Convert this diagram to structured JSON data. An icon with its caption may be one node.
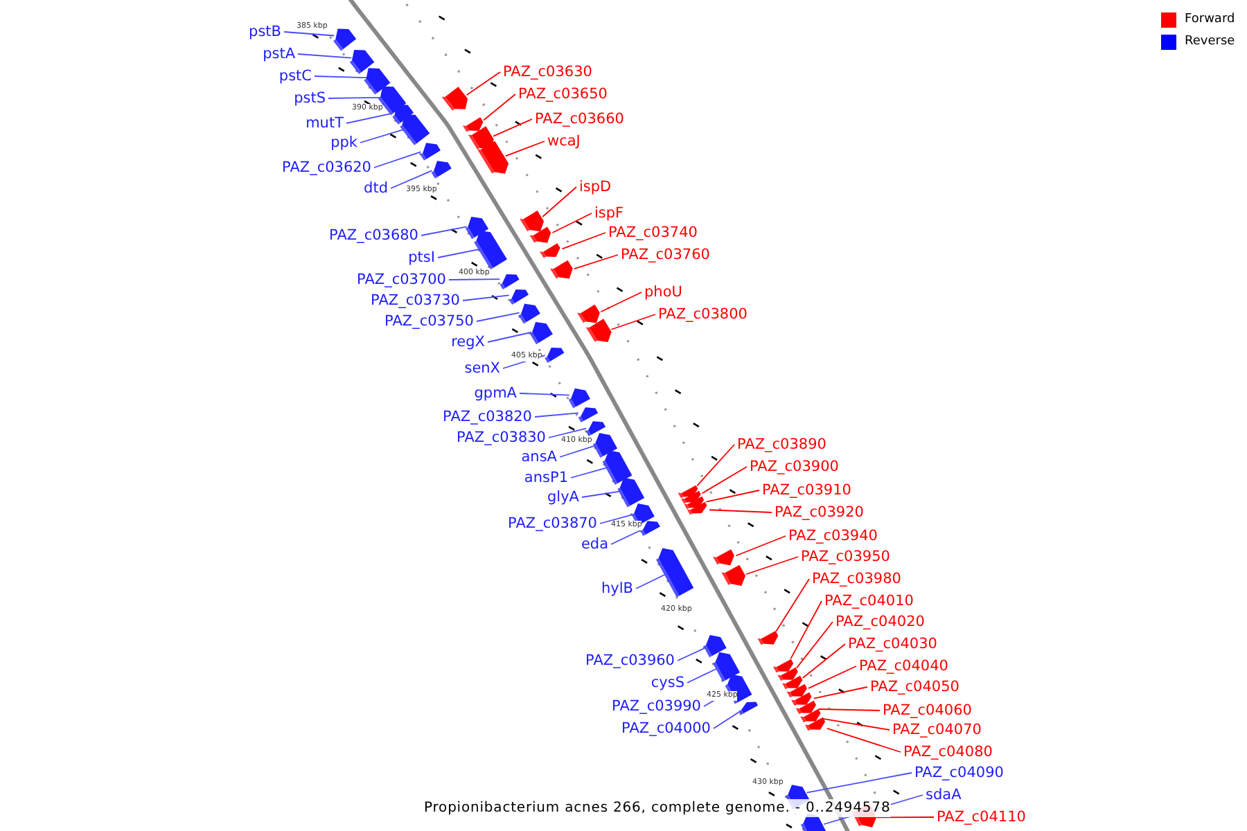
{
  "diagram": {
    "caption": "Propionibacterium acnes 266, complete genome. - 0..2494578",
    "nodes": [
      {
        "text": [
          "pstB"
        ]
      },
      {
        "text": [],
        "shape": "bar"
      },
      {
        "text": [
          "pstA"
        ]
      },
      {
        "text": [],
        "shape": "bar"
      },
      {
        "text": [
          "PAZ_c03630"
        ]
      },
      {
        "text": [],
        "shape": "bar"
      },
      {
        "text": [
          "pstC"
        ]
      },
      {
        "text": [],
        "shape": "bar"
      },
      {
        "text": [
          "PAZ_c03650"
        ]
      },
      {
        "text": [],
        "shape": "bar"
      },
      {
        "text": [
          "pstS"
        ]
      },
      {
        "text": [],
        "shape": "bar"
      },
      {
        "text": [
          "PAZ_c03660"
        ]
      },
      {
        "text": [],
        "shape": "bar"
      },
      {
        "text": [
          "mutT"
        ]
      },
      {
        "text": [],
        "shape": "bar"
      },
      {
        "text": [
          "wcaJ"
        ]
      },
      {
        "text": [],
        "shape": "bar"
      },
      {
        "text": [
          "ppk"
        ]
      },
      {
        "text": [],
        "shape": "bar"
      },
      {
        "text": [
          "PAZ_c03620"
        ]
      },
      {
        "text": [],
        "shape": "bar"
      },
      {
        "text": [
          "ispD"
        ]
      },
      {
        "text": [],
        "shape": "bar"
      },
      {
        "text": [
          "dtd"
        ]
      },
      {
        "text": [],
        "shape": "bar"
      },
      {
        "text": [
          "ispF"
        ]
      },
      {
        "text": [],
        "shape": "bar"
      },
      {
        "text": [
          "PAZ_c03740"
        ]
      },
      {
        "text": [],
        "shape": "bar"
      },
      {
        "text": [
          "PAZ_c03680"
        ]
      },
      {
        "text": [],
        "shape": "bar"
      },
      {
        "text": [
          "PAZ_c03760"
        ]
      },
      {
        "text": [],
        "shape": "bar"
      },
      {
        "text": [
          "ptsI"
        ]
      },
      {
        "text": [],
        "shape": "bar"
      },
      {
        "text": [
          "PAZ_c03700"
        ]
      },
      {
        "text": [],
        "shape": "bar"
      },
      {
        "text": [
          "phoU"
        ]
      },
      {
        "text": [],
        "shape": "bar"
      },
      {
        "text": [
          "PAZ_c03730"
        ]
      },
      {
        "text": [],
        "shape": "bar"
      },
      {
        "text": [
          "PAZ_c03800"
        ]
      },
      {
        "text": [],
        "shape": "bar"
      },
      {
        "text": [
          "PAZ_c03750"
        ]
      },
      {
        "text": [],
        "shape": "bar"
      },
      {
        "text": [
          "regX"
        ]
      },
      {
        "text": [],
        "shape": "bar"
      },
      {
        "text": [
          "senX"
        ]
      },
      {
        "text": [],
        "shape": "bar"
      },
      {
        "text": [
          "gpmA"
        ]
      },
      {
        "text": [],
        "shape": "bar"
      },
      {
        "text": [
          "PAZ_c03820"
        ]
      },
      {
        "text": [],
        "shape": "bar"
      },
      {
        "text": [
          "PAZ_c03830"
        ]
      },
      {
        "text": [],
        "shape": "bar"
      },
      {
        "text": [
          "PAZ_c03890"
        ]
      },
      {
        "text": [],
        "shape": "bar"
      },
      {
        "text": [
          "ansA"
        ]
      },
      {
        "text": [],
        "shape": "bar"
      },
      {
        "text": [
          "PAZ_c03900"
        ]
      },
      {
        "text": [],
        "shape": "bar"
      },
      {
        "text": [
          "ansP1"
        ]
      },
      {
        "text": [],
        "shape": "bar"
      },
      {
        "text": [
          "PAZ_c03910"
        ]
      },
      {
        "text": [],
        "shape": "bar"
      },
      {
        "text": [
          "glyA"
        ]
      },
      {
        "text": [],
        "shape": "bar"
      },
      {
        "text": [
          "PAZ_c03920"
        ]
      },
      {
        "text": [],
        "shape": "bar"
      },
      {
        "text": [
          "PAZ_c03870"
        ]
      },
      {
        "text": [],
        "shape": "bar"
      },
      {
        "text": [
          "PAZ_c03940"
        ]
      },
      {
        "text": [],
        "shape": "bar"
      },
      {
        "text": [
          "eda"
        ]
      },
      {
        "text": [],
        "shape": "bar"
      },
      {
        "text": [
          "PAZ_c03950"
        ]
      },
      {
        "text": [],
        "shape": "bar"
      },
      {
        "text": [
          "PAZ_c03980"
        ]
      },
      {
        "text": [],
        "shape": "bar"
      },
      {
        "text": [
          "hylB"
        ]
      },
      {
        "text": [],
        "shape": "bar"
      },
      {
        "text": [
          "PAZ_c04010"
        ]
      },
      {
        "text": [],
        "shape": "bar"
      },
      {
        "text": [
          "PAZ_c04020"
        ]
      },
      {
        "text": [],
        "shape": "bar"
      },
      {
        "text": [
          "PAZ_c04030"
        ]
      },
      {
        "text": [],
        "shape": "bar"
      },
      {
        "text": [
          "PAZ_c03960"
        ]
      },
      {
        "text": [],
        "shape": "bar"
      },
      {
        "text": [
          "PAZ_c04040"
        ]
      },
      {
        "text": [],
        "shape": "bar"
      },
      {
        "text": [
          "cysS"
        ]
      },
      {
        "text": [],
        "shape": "bar"
      },
      {
        "text": [
          "PAZ_c04050"
        ]
      },
      {
        "text": [],
        "shape": "bar"
      },
      {
        "text": [
          "PAZ_c03990"
        ]
      },
      {
        "text": [],
        "shape": "bar"
      },
      {
        "text": [
          "PAZ_c04060"
        ]
      },
      {
        "text": [],
        "shape": "bar"
      },
      {
        "text": [
          "PAZ_c04000"
        ]
      },
      {
        "text": [],
        "shape": "bar"
      },
      {
        "text": [
          "PAZ_c04070"
        ]
      },
      {
        "text": [],
        "shape": "bar"
      },
      {
        "text": [
          "PAZ_c04080"
        ]
      },
      {
        "text": [],
        "shape": "bar"
      },
      {
        "text": [
          "PAZ_c04090"
        ]
      },
      {
        "text": [],
        "shape": "bar"
      },
      {
        "text": [
          "sdaA"
        ]
      },
      {
        "text": [],
        "shape": "bar"
      },
      {
        "text": [
          "PAZ_c04110"
        ]
      },
      {
        "text": [],
        "shape": "bar"
      }
    ],
    "edges": [
      {
        "from": 0,
        "to": 1,
        "arrow": "none"
      },
      {
        "from": 2,
        "to": 3,
        "arrow": "none"
      },
      {
        "from": 4,
        "to": 5,
        "arrow": "none",
        "color": "#ff0000"
      },
      {
        "from": 6,
        "to": 7,
        "arrow": "none"
      },
      {
        "from": 8,
        "to": 9,
        "arrow": "none",
        "color": "#ff0000"
      },
      {
        "from": 10,
        "to": 11,
        "arrow": "none"
      },
      {
        "from": 12,
        "to": 13,
        "arrow": "none",
        "color": "#ff0000"
      },
      {
        "from": 14,
        "to": 15,
        "arrow": "none"
      },
      {
        "from": 16,
        "to": 17,
        "arrow": "none",
        "color": "#ff0000"
      },
      {
        "from": 18,
        "to": 19,
        "arrow": "none"
      },
      {
        "from": 20,
        "to": 21,
        "arrow": "none"
      },
      {
        "from": 22,
        "to": 23,
        "arrow": "none",
        "color": "#ff0000"
      },
      {
        "from": 24,
        "to": 25,
        "arrow": "none"
      },
      {
        "from": 26,
        "to": 27,
        "arrow": "none",
        "color": "#ff0000"
      },
      {
        "from": 28,
        "to": 29,
        "arrow": "none",
        "color": "#ff0000"
      },
      {
        "from": 30,
        "to": 31,
        "arrow": "none"
      },
      {
        "from": 32,
        "to": 33,
        "arrow": "none",
        "color": "#ff0000"
      },
      {
        "from": 34,
        "to": 35,
        "arrow": "none"
      },
      {
        "from": 36,
        "to": 37,
        "arrow": "none"
      },
      {
        "from": 38,
        "to": 39,
        "arrow": "none",
        "color": "#ff0000"
      },
      {
        "from": 40,
        "to": 41,
        "arrow": "none"
      },
      {
        "from": 42,
        "to": 43,
        "arrow": "none",
        "color": "#ff0000"
      },
      {
        "from": 44,
        "to": 45,
        "arrow": "none"
      },
      {
        "from": 46,
        "to": 47,
        "arrow": "none"
      },
      {
        "from": 48,
        "to": 49,
        "arrow": "none"
      },
      {
        "from": 50,
        "to": 51,
        "arrow": "none"
      },
      {
        "from": 52,
        "to": 53,
        "arrow": "none"
      },
      {
        "from": 54,
        "to": 55,
        "arrow": "none"
      },
      {
        "from": 56,
        "to": 57,
        "arrow": "none",
        "color": "#ff0000"
      },
      {
        "from": 58,
        "to": 59,
        "arrow": "none"
      },
      {
        "from": 60,
        "to": 61,
        "arrow": "none",
        "color": "#ff0000"
      },
      {
        "from": 62,
        "to": 63,
        "arrow": "none"
      },
      {
        "from": 64,
        "to": 65,
        "arrow": "none",
        "color": "#ff0000"
      },
      {
        "from": 66,
        "to": 67,
        "arrow": "none"
      },
      {
        "from": 68,
        "to": 69,
        "arrow": "none",
        "color": "#ff0000"
      },
      {
        "from": 70,
        "to": 71,
        "arrow": "none"
      },
      {
        "from": 72,
        "to": 73,
        "arrow": "none",
        "color": "#ff0000"
      },
      {
        "from": 74,
        "to": 75,
        "arrow": "none"
      },
      {
        "from": 76,
        "to": 77,
        "arrow": "none",
        "color": "#ff0000"
      },
      {
        "from": 78,
        "to": 79,
        "arrow": "none",
        "color": "#ff0000"
      },
      {
        "from": 80,
        "to": 81,
        "arrow": "none"
      },
      {
        "from": 82,
        "to": 83,
        "arrow": "none",
        "color": "#ff0000"
      },
      {
        "from": 84,
        "to": 85,
        "arrow": "none",
        "color": "#ff0000"
      },
      {
        "from": 86,
        "to": 87,
        "arrow": "none",
        "color": "#ff0000"
      },
      {
        "from": 88,
        "to": 89,
        "arrow": "none"
      },
      {
        "from": 90,
        "to": 91,
        "arrow": "none",
        "color": "#ff0000"
      },
      {
        "from": 92,
        "to": 93,
        "arrow": "none"
      },
      {
        "from": 94,
        "to": 95,
        "arrow": "none",
        "color": "#ff0000"
      },
      {
        "from": 96,
        "to": 97,
        "arrow": "none"
      },
      {
        "from": 98,
        "to": 99,
        "arrow": "none",
        "color": "#ff0000"
      },
      {
        "from": 100,
        "to": 101,
        "arrow": "none"
      },
      {
        "from": 102,
        "to": 103,
        "arrow": "none",
        "color": "#ff0000"
      },
      {
        "from": 104,
        "to": 105,
        "arrow": "none",
        "color": "#ff0000"
      },
      {
        "from": 106,
        "to": 107,
        "arrow": "none"
      },
      {
        "from": 108,
        "to": 109,
        "arrow": "none"
      },
      {
        "from": 110,
        "to": 111,
        "arrow": "none",
        "color": "#ff0000"
      }
    ],
    "labels": [
      "385 kbp",
      "390 kbp",
      "395 kbp",
      "400 kbp",
      "405 kbp",
      "410 kbp",
      "415 kbp",
      "420 kbp",
      "425 kbp",
      "430 kbp"
    ],
    "legend": [
      {
        "text": "Forward",
        "color": "#ff0000"
      },
      {
        "text": "Reverse",
        "color": "#0000ff"
      }
    ]
  }
}
